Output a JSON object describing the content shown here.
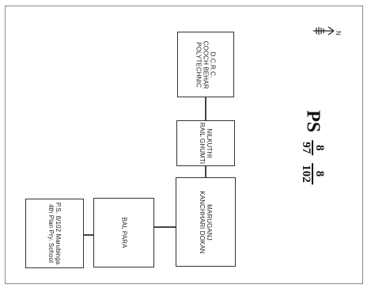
{
  "title": {
    "prefix": "PS",
    "frac1_num": "8",
    "frac1_den": "97",
    "frac2_num": "8",
    "frac2_den": "102"
  },
  "north_label": "N",
  "nodes": {
    "dcrc": "D.C.R.C.\nCOOCH BEHAR\nPOLYTECHNIC",
    "nilkuthi": "NILKUTHI\nRAIL GHUMTI",
    "marugani": "MARUGANJ\nKANCHHARI DOKAN",
    "balpara": "BAL PARA",
    "ps": "P.S. 8/102 Marubinga\n4th Plan Pry. School"
  },
  "colors": {
    "stroke": "#333333",
    "background": "#ffffff"
  }
}
